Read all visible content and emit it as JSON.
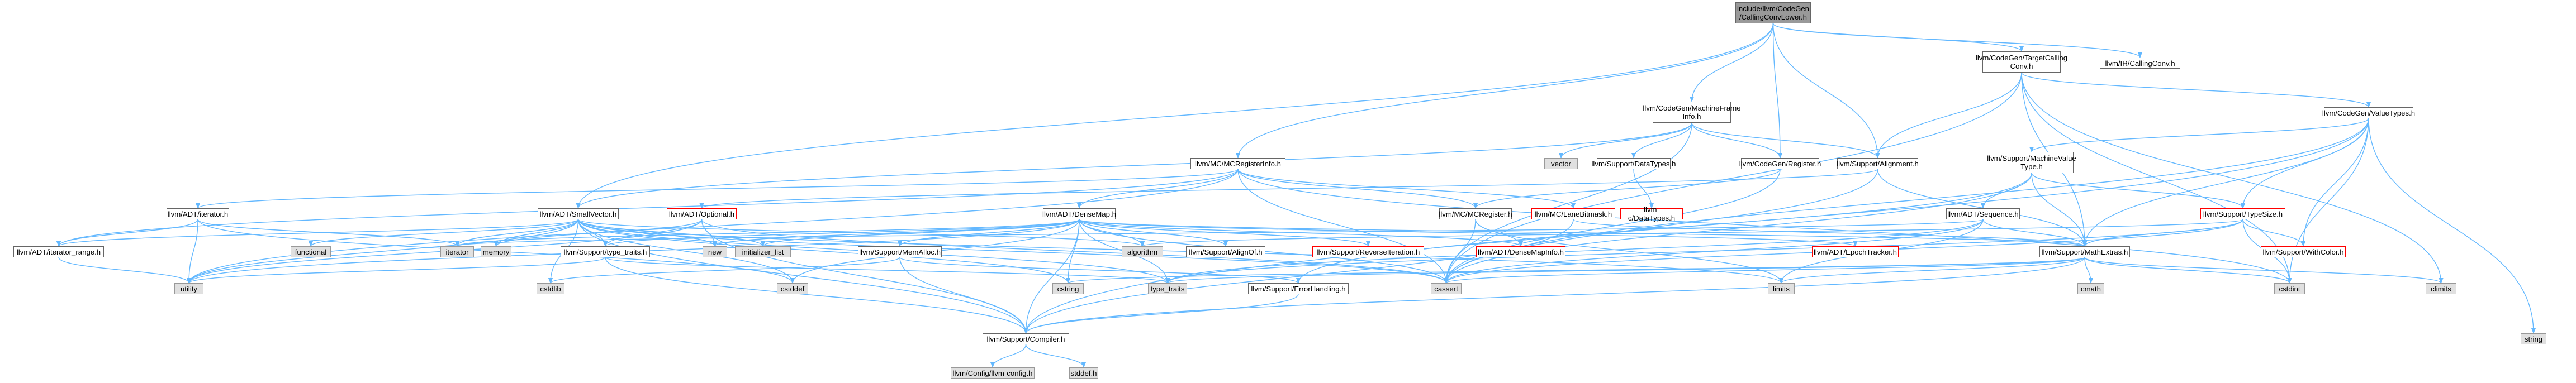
{
  "nodes": [
    {
      "id": "root",
      "label": "include/llvm/CodeGen\n/CallingConvLower.h",
      "kind": "root"
    },
    {
      "id": "ccTarget",
      "label": "llvm/CodeGen/TargetCalling\nConv.h",
      "kind": "local"
    },
    {
      "id": "ircc",
      "label": "llvm/IR/CallingConv.h",
      "kind": "local"
    },
    {
      "id": "mfi",
      "label": "llvm/CodeGen/MachineFrame\nInfo.h",
      "kind": "local"
    },
    {
      "id": "vt",
      "label": "llvm/CodeGen/ValueTypes.h",
      "kind": "local"
    },
    {
      "id": "mcri",
      "label": "llvm/MC/MCRegisterInfo.h",
      "kind": "local"
    },
    {
      "id": "vector",
      "label": "vector",
      "kind": "sys"
    },
    {
      "id": "dtypes",
      "label": "llvm/Support/DataTypes.h",
      "kind": "local"
    },
    {
      "id": "cgreg",
      "label": "llvm/CodeGen/Register.h",
      "kind": "local"
    },
    {
      "id": "align",
      "label": "llvm/Support/Alignment.h",
      "kind": "local"
    },
    {
      "id": "mvt",
      "label": "llvm/Support/MachineValue\nType.h",
      "kind": "local"
    },
    {
      "id": "cdt",
      "label": "llvm-c/DataTypes.h",
      "kind": "red"
    },
    {
      "id": "iter",
      "label": "llvm/ADT/iterator.h",
      "kind": "local"
    },
    {
      "id": "sv",
      "label": "llvm/ADT/SmallVector.h",
      "kind": "local"
    },
    {
      "id": "opt",
      "label": "llvm/ADT/Optional.h",
      "kind": "red"
    },
    {
      "id": "dmap",
      "label": "llvm/ADT/DenseMap.h",
      "kind": "local"
    },
    {
      "id": "mcreg",
      "label": "llvm/MC/MCRegister.h",
      "kind": "local"
    },
    {
      "id": "lbm",
      "label": "llvm/MC/LaneBitmask.h",
      "kind": "red"
    },
    {
      "id": "seq",
      "label": "llvm/ADT/Sequence.h",
      "kind": "local"
    },
    {
      "id": "tsize",
      "label": "llvm/Support/TypeSize.h",
      "kind": "red"
    },
    {
      "id": "itrange",
      "label": "llvm/ADT/iterator_range.h",
      "kind": "local"
    },
    {
      "id": "functional",
      "label": "functional",
      "kind": "sys"
    },
    {
      "id": "iterator",
      "label": "iterator",
      "kind": "sys"
    },
    {
      "id": "memory",
      "label": "memory",
      "kind": "sys"
    },
    {
      "id": "tt",
      "label": "llvm/Support/type_traits.h",
      "kind": "local"
    },
    {
      "id": "new",
      "label": "new",
      "kind": "sys"
    },
    {
      "id": "initlist",
      "label": "initializer_list",
      "kind": "sys"
    },
    {
      "id": "memalloc",
      "label": "llvm/Support/MemAlloc.h",
      "kind": "local"
    },
    {
      "id": "algorithm",
      "label": "algorithm",
      "kind": "sys"
    },
    {
      "id": "alignof",
      "label": "llvm/Support/AlignOf.h",
      "kind": "local"
    },
    {
      "id": "rev",
      "label": "llvm/Support/ReverseIteration.h",
      "kind": "red"
    },
    {
      "id": "dmi",
      "label": "llvm/ADT/DenseMapInfo.h",
      "kind": "red"
    },
    {
      "id": "epoch",
      "label": "llvm/ADT/EpochTracker.h",
      "kind": "red"
    },
    {
      "id": "mathx",
      "label": "llvm/Support/MathExtras.h",
      "kind": "local"
    },
    {
      "id": "wcolor",
      "label": "llvm/Support/WithColor.h",
      "kind": "red"
    },
    {
      "id": "utility",
      "label": "utility",
      "kind": "sys"
    },
    {
      "id": "cstdlib",
      "label": "cstdlib",
      "kind": "sys"
    },
    {
      "id": "cstddef",
      "label": "cstddef",
      "kind": "sys"
    },
    {
      "id": "cstring",
      "label": "cstring",
      "kind": "sys"
    },
    {
      "id": "typetraits",
      "label": "type_traits",
      "kind": "sys"
    },
    {
      "id": "errh",
      "label": "llvm/Support/ErrorHandling.h",
      "kind": "local"
    },
    {
      "id": "cassert",
      "label": "cassert",
      "kind": "sys"
    },
    {
      "id": "limits",
      "label": "limits",
      "kind": "sys"
    },
    {
      "id": "cmath",
      "label": "cmath",
      "kind": "sys"
    },
    {
      "id": "cstdint",
      "label": "cstdint",
      "kind": "sys"
    },
    {
      "id": "climits",
      "label": "climits",
      "kind": "sys"
    },
    {
      "id": "compiler",
      "label": "llvm/Support/Compiler.h",
      "kind": "local"
    },
    {
      "id": "string",
      "label": "string",
      "kind": "sys"
    },
    {
      "id": "config",
      "label": "llvm/Config/llvm-config.h",
      "kind": "sys"
    },
    {
      "id": "stddefh",
      "label": "stddef.h",
      "kind": "sys"
    }
  ],
  "edges": [
    [
      "root",
      "ccTarget"
    ],
    [
      "root",
      "ircc"
    ],
    [
      "root",
      "mfi"
    ],
    [
      "root",
      "mcri"
    ],
    [
      "root",
      "align"
    ],
    [
      "root",
      "sv"
    ],
    [
      "root",
      "cgreg"
    ],
    [
      "ccTarget",
      "vt"
    ],
    [
      "ccTarget",
      "align"
    ],
    [
      "ccTarget",
      "mathx"
    ],
    [
      "ccTarget",
      "cassert"
    ],
    [
      "ccTarget",
      "climits"
    ],
    [
      "ccTarget",
      "cstdint"
    ],
    [
      "mfi",
      "vector"
    ],
    [
      "mfi",
      "dtypes"
    ],
    [
      "mfi",
      "cgreg"
    ],
    [
      "mfi",
      "align"
    ],
    [
      "mfi",
      "cassert"
    ],
    [
      "mfi",
      "sv"
    ],
    [
      "dtypes",
      "cdt"
    ],
    [
      "cgreg",
      "mcreg"
    ],
    [
      "cgreg",
      "cassert"
    ],
    [
      "align",
      "mathx"
    ],
    [
      "align",
      "cassert"
    ],
    [
      "align",
      "opt"
    ],
    [
      "vt",
      "mvt"
    ],
    [
      "vt",
      "tsize"
    ],
    [
      "vt",
      "mathx"
    ],
    [
      "vt",
      "wcolor"
    ],
    [
      "vt",
      "cassert"
    ],
    [
      "vt",
      "cstdint"
    ],
    [
      "vt",
      "string"
    ],
    [
      "vt",
      "compiler"
    ],
    [
      "mvt",
      "seq"
    ],
    [
      "mvt",
      "errh"
    ],
    [
      "mvt",
      "mathx"
    ],
    [
      "mvt",
      "tsize"
    ],
    [
      "mvt",
      "cassert"
    ],
    [
      "mcri",
      "iter"
    ],
    [
      "mcri",
      "itrange"
    ],
    [
      "mcri",
      "dmap"
    ],
    [
      "mcri",
      "mcreg"
    ],
    [
      "mcri",
      "lbm"
    ],
    [
      "mcri",
      "cassert"
    ],
    [
      "mcri",
      "cstdint"
    ],
    [
      "mcri",
      "utility"
    ],
    [
      "iter",
      "itrange"
    ],
    [
      "iter",
      "cstddef"
    ],
    [
      "iter",
      "iterator"
    ],
    [
      "iter",
      "type_traits"
    ],
    [
      "iter",
      "utility"
    ],
    [
      "itrange",
      "utility"
    ],
    [
      "sv",
      "compiler"
    ],
    [
      "sv",
      "tt"
    ],
    [
      "sv",
      "algorithm"
    ],
    [
      "sv",
      "cassert"
    ],
    [
      "sv",
      "cstddef"
    ],
    [
      "sv",
      "cstdlib"
    ],
    [
      "sv",
      "cstring"
    ],
    [
      "sv",
      "functional"
    ],
    [
      "sv",
      "initlist"
    ],
    [
      "sv",
      "iterator"
    ],
    [
      "sv",
      "limits"
    ],
    [
      "sv",
      "memory"
    ],
    [
      "sv",
      "new"
    ],
    [
      "sv",
      "typetraits"
    ],
    [
      "sv",
      "utility"
    ],
    [
      "sv",
      "itrange"
    ],
    [
      "opt",
      "tt"
    ],
    [
      "opt",
      "compiler"
    ],
    [
      "opt",
      "new"
    ],
    [
      "opt",
      "utility"
    ],
    [
      "opt",
      "cassert"
    ],
    [
      "opt",
      "memory"
    ],
    [
      "tt",
      "compiler"
    ],
    [
      "tt",
      "typetraits"
    ],
    [
      "tt",
      "utility"
    ],
    [
      "dmap",
      "dmi"
    ],
    [
      "dmap",
      "epoch"
    ],
    [
      "dmap",
      "alignof"
    ],
    [
      "dmap",
      "compiler"
    ],
    [
      "dmap",
      "mathx"
    ],
    [
      "dmap",
      "memalloc"
    ],
    [
      "dmap",
      "rev"
    ],
    [
      "dmap",
      "tt"
    ],
    [
      "dmap",
      "algorithm"
    ],
    [
      "dmap",
      "cassert"
    ],
    [
      "dmap",
      "cstddef"
    ],
    [
      "dmap",
      "cstring"
    ],
    [
      "dmap",
      "initlist"
    ],
    [
      "dmap",
      "iterator"
    ],
    [
      "dmap",
      "new"
    ],
    [
      "dmap",
      "typetraits"
    ],
    [
      "dmap",
      "utility"
    ],
    [
      "memalloc",
      "compiler"
    ],
    [
      "memalloc",
      "errh"
    ],
    [
      "memalloc",
      "cstdlib"
    ],
    [
      "errh",
      "compiler"
    ],
    [
      "mcreg",
      "dmi"
    ],
    [
      "mcreg",
      "cassert"
    ],
    [
      "mcreg",
      "limits"
    ],
    [
      "lbm",
      "compiler"
    ],
    [
      "lbm",
      "mathx"
    ],
    [
      "seq",
      "mathx"
    ],
    [
      "seq",
      "cassert"
    ],
    [
      "seq",
      "iterator"
    ],
    [
      "seq",
      "limits"
    ],
    [
      "seq",
      "typetraits"
    ],
    [
      "tsize",
      "mathx"
    ],
    [
      "tsize",
      "wcolor"
    ],
    [
      "tsize",
      "algorithm"
    ],
    [
      "tsize",
      "cassert"
    ],
    [
      "tsize",
      "cstdint"
    ],
    [
      "tsize",
      "typetraits"
    ],
    [
      "mathx",
      "compiler"
    ],
    [
      "mathx",
      "cassert"
    ],
    [
      "mathx",
      "climits"
    ],
    [
      "mathx",
      "cmath"
    ],
    [
      "mathx",
      "cstdint"
    ],
    [
      "mathx",
      "cstring"
    ],
    [
      "mathx",
      "limits"
    ],
    [
      "mathx",
      "typetraits"
    ],
    [
      "compiler",
      "config"
    ],
    [
      "compiler",
      "stddefh"
    ]
  ]
}
